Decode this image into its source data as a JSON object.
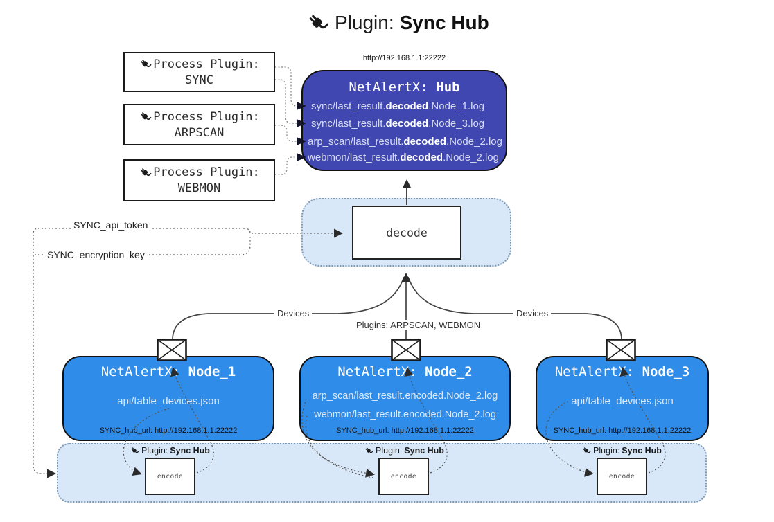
{
  "title": {
    "label": "Plugin:",
    "name": "Sync Hub"
  },
  "hub": {
    "url": "http://192.168.1.1:22222",
    "title": {
      "label": "NetAlertX:",
      "name": "Hub"
    },
    "logs": [
      {
        "pre": "sync/last_result.",
        "bold": "decoded",
        "post": ".Node_1.log"
      },
      {
        "pre": "sync/last_result.",
        "bold": "decoded",
        "post": ".Node_3.log"
      },
      {
        "pre": "arp_scan/last_result.",
        "bold": "decoded",
        "post": ".Node_2.log"
      },
      {
        "pre": "webmon/last_result.",
        "bold": "decoded",
        "post": ".Node_2.log"
      }
    ]
  },
  "process_plugins": [
    {
      "label": "Process Plugin:",
      "name": "SYNC"
    },
    {
      "label": "Process Plugin:",
      "name": "ARPSCAN"
    },
    {
      "label": "Process Plugin:",
      "name": "WEBMON"
    }
  ],
  "decode_box": {
    "label": "decode"
  },
  "settings": {
    "api_token": "SYNC_api_token",
    "encryption_key": "SYNC_encryption_key"
  },
  "edge_labels": {
    "devices_left": "Devices",
    "plugins_mid": "Plugins: ARPSCAN, WEBMON",
    "devices_right": "Devices"
  },
  "nodes": [
    {
      "title": {
        "label": "NetAlertX:",
        "name": "Node_1"
      },
      "files": [
        "api/table_devices.json"
      ],
      "hub_url": "SYNC_hub_url: http://192.168.1.1:22222",
      "plugin": {
        "label": "Plugin:",
        "name": "Sync Hub"
      },
      "encode_label": "encode"
    },
    {
      "title": {
        "label": "NetAlertX:",
        "name": "Node_2"
      },
      "files": [
        "arp_scan/last_result.encoded.Node_2.log",
        "webmon/last_result.encoded.Node_2.log"
      ],
      "hub_url": "SYNC_hub_url: http://192.168.1.1:22222",
      "plugin": {
        "label": "Plugin:",
        "name": "Sync Hub"
      },
      "encode_label": "encode"
    },
    {
      "title": {
        "label": "NetAlertX:",
        "name": "Node_3"
      },
      "files": [
        "api/table_devices.json"
      ],
      "hub_url": "SYNC_hub_url: http://192.168.1.1:22222",
      "plugin": {
        "label": "Plugin:",
        "name": "Sync Hub"
      },
      "encode_label": "encode"
    }
  ],
  "colors": {
    "hub_fill": "#4047b0",
    "node_fill": "#2f8ce8",
    "panel_fill": "#d9e8f8",
    "panel_border": "#7e99b4",
    "line": "#444444"
  }
}
